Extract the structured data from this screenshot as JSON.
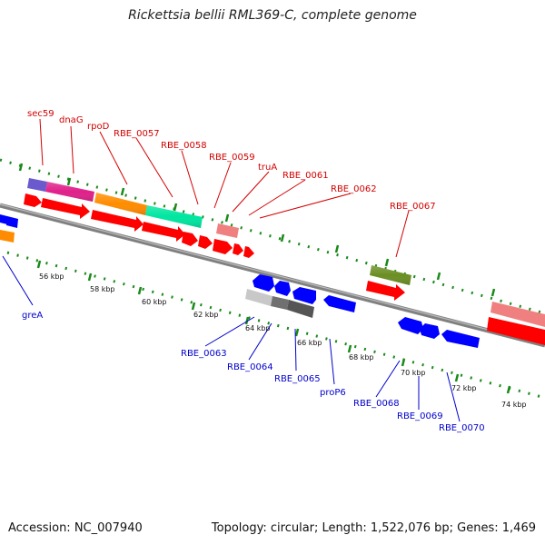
{
  "title": "Rickettsia bellii RML369-C, complete genome",
  "footer": {
    "accession": "Accession: NC_007940",
    "summary": "Topology: circular; Length: 1,522,076 bp; Genes: 1,469"
  },
  "colors": {
    "backbone": "#808080",
    "forward_label": "#d40000",
    "reverse_label": "#0000cc",
    "tick": "#1a8a1a",
    "feature_red": "#ff0000",
    "feature_blue": "#0000ff",
    "feature_pink": "#f08080",
    "feature_olive": "#6b8e23",
    "feature_orange": "#ff8c00",
    "feature_magenta": "#e0218a",
    "feature_green": "#00e6a0",
    "feature_purple": "#6a5acd",
    "feature_gray": "#a9a9a9",
    "feature_dark": "#555555"
  },
  "scale_labels": [
    "56 kbp",
    "58 kbp",
    "60 kbp",
    "62 kbp",
    "64 kbp",
    "66 kbp",
    "68 kbp",
    "70 kbp",
    "72 kbp",
    "74 kbp"
  ],
  "forward_labels": [
    "sec59",
    "dnaG",
    "rpoD",
    "RBE_0057",
    "RBE_0058",
    "RBE_0059",
    "truA",
    "RBE_0061",
    "RBE_0062",
    "RBE_0067"
  ],
  "reverse_labels": [
    "greA",
    "RBE_0063",
    "RBE_0064",
    "RBE_0065",
    "proP6",
    "RBE_0068",
    "RBE_0069",
    "RBE_0070"
  ]
}
